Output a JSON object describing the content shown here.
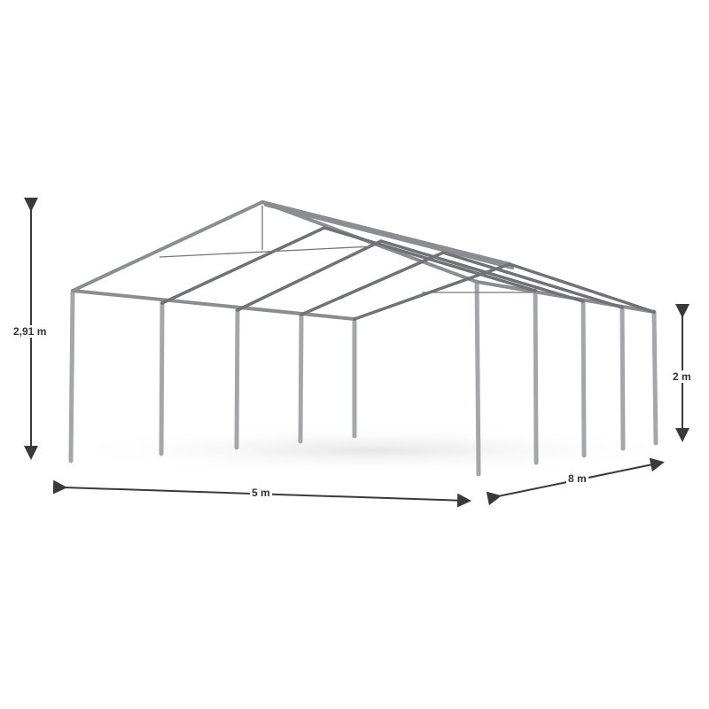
{
  "dimensions": {
    "height_peak": "2,91 m",
    "height_side": "2 m",
    "width": "5 m",
    "length": "8 m"
  },
  "colors": {
    "frame": "#8a8d91",
    "dimension_arrow": "#3a3a3a"
  }
}
